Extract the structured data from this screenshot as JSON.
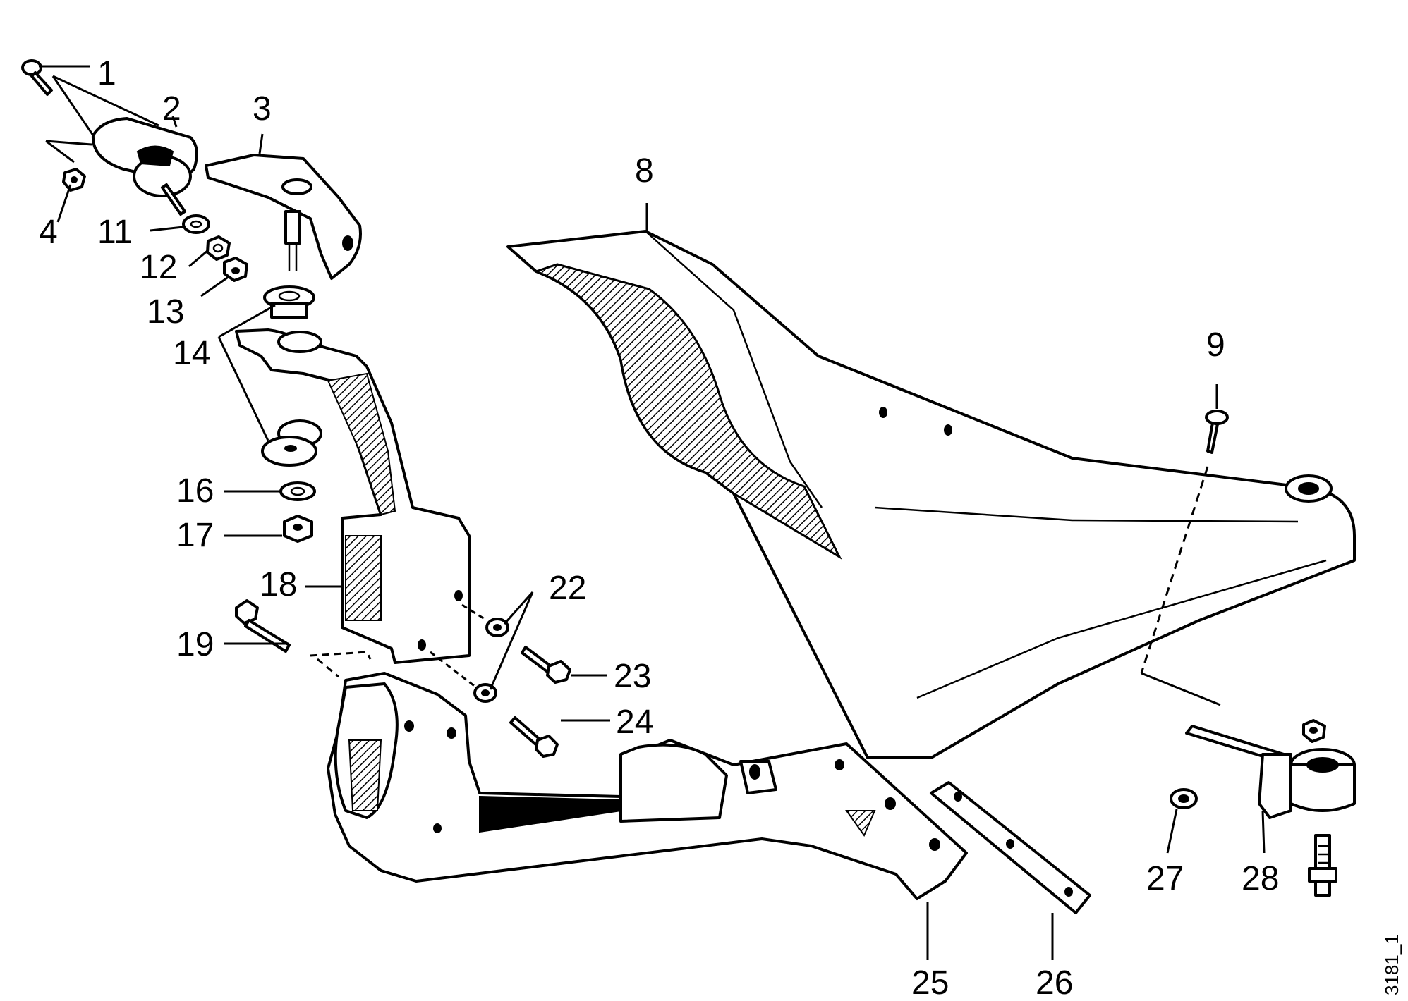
{
  "figure_id": "3181_1",
  "callouts": [
    {
      "id": "c1",
      "label": "1"
    },
    {
      "id": "c2",
      "label": "2"
    },
    {
      "id": "c3",
      "label": "3"
    },
    {
      "id": "c4",
      "label": "4"
    },
    {
      "id": "c8",
      "label": "8"
    },
    {
      "id": "c9",
      "label": "9"
    },
    {
      "id": "c11",
      "label": "11"
    },
    {
      "id": "c12",
      "label": "12"
    },
    {
      "id": "c13",
      "label": "13"
    },
    {
      "id": "c14",
      "label": "14"
    },
    {
      "id": "c16",
      "label": "16"
    },
    {
      "id": "c17",
      "label": "17"
    },
    {
      "id": "c18",
      "label": "18"
    },
    {
      "id": "c19",
      "label": "19"
    },
    {
      "id": "c22",
      "label": "22"
    },
    {
      "id": "c23",
      "label": "23"
    },
    {
      "id": "c24",
      "label": "24"
    },
    {
      "id": "c25",
      "label": "25"
    },
    {
      "id": "c26",
      "label": "26"
    },
    {
      "id": "c27",
      "label": "27"
    },
    {
      "id": "c28",
      "label": "28"
    }
  ]
}
